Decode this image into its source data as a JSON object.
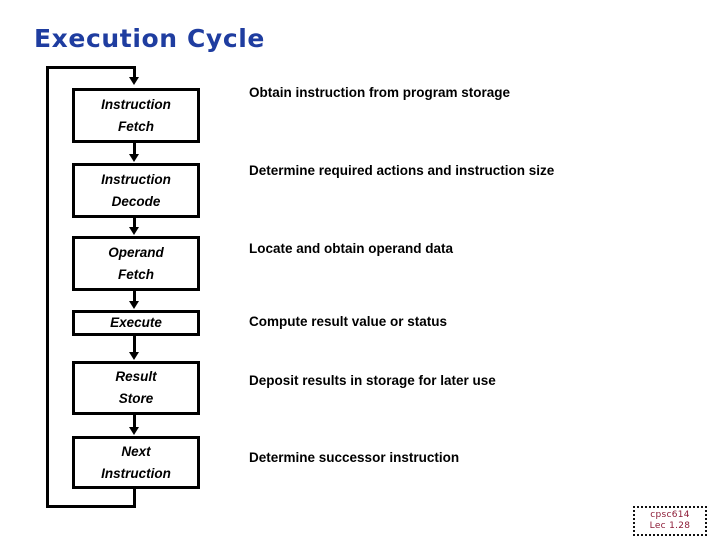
{
  "slide": {
    "title": "Execution Cycle",
    "title_color": "#1F3DA0",
    "background_color": "#FFFFFF"
  },
  "diagram": {
    "type": "flowchart-vertical-loop",
    "box_border_color": "#000000",
    "steps": [
      {
        "id": "instruction-fetch",
        "line1": "Instruction",
        "line2": "Fetch",
        "description": "Obtain instruction from program storage"
      },
      {
        "id": "instruction-decode",
        "line1": "Instruction",
        "line2": "Decode",
        "description": "Determine required actions and instruction size"
      },
      {
        "id": "operand-fetch",
        "line1": "Operand",
        "line2": "Fetch",
        "description": "Locate and obtain operand data"
      },
      {
        "id": "execute",
        "line1": "Execute",
        "line2": "",
        "description": "Compute result value or status"
      },
      {
        "id": "result-store",
        "line1": "Result",
        "line2": "Store",
        "description": "Deposit results in storage for later use"
      },
      {
        "id": "next-instruction",
        "line1": "Next",
        "line2": "Instruction",
        "description": "Determine successor instruction"
      }
    ]
  },
  "footer": {
    "course": "cpsc614",
    "lecture": "Lec  1.28",
    "text_color": "#8C1B36"
  }
}
